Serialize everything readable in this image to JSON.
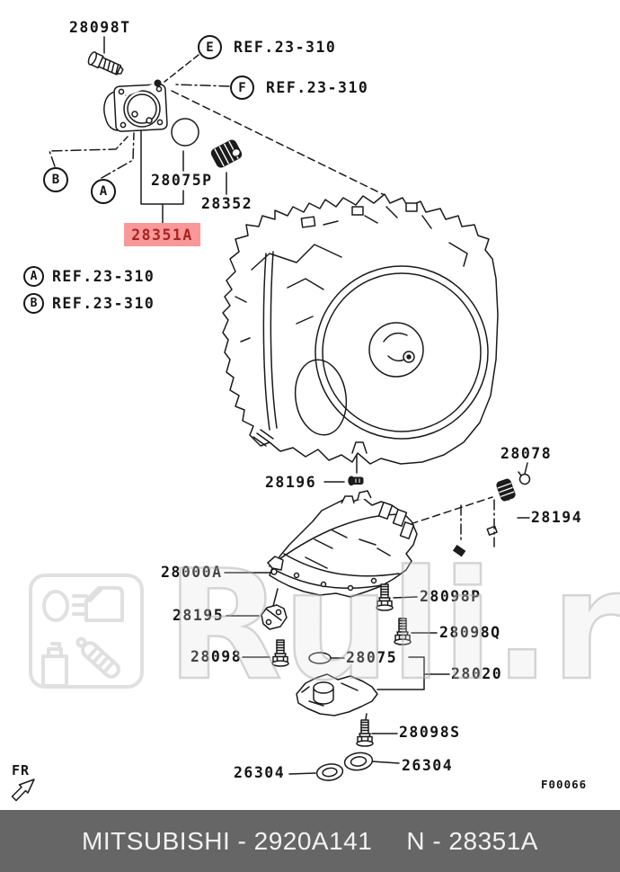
{
  "parts": {
    "bolt_top": "28098T",
    "oring_top": "28075P",
    "sleeve": "28352",
    "highlight": "28351A",
    "drain_plug": "28196",
    "ring": "28078",
    "dipstick": "28194",
    "valve_body": "28000A",
    "bolt_p": "28098P",
    "clamp": "28195",
    "bolt_q": "28098Q",
    "bolt_plain": "28098",
    "oring_small": "28075",
    "strainer": "28020",
    "bolt_s": "28098S",
    "washer_left": "26304",
    "washer_right": "26304"
  },
  "refs": {
    "e": {
      "letter": "E",
      "text": "REF.23-310"
    },
    "f": {
      "letter": "F",
      "text": "REF.23-310"
    },
    "a": {
      "letter": "A",
      "text": "REF.23-310"
    },
    "b": {
      "letter": "B",
      "text": "REF.23-310"
    }
  },
  "locators": {
    "b": "B",
    "a": "A"
  },
  "corner": {
    "direction": "FR",
    "figure_code": "F00066"
  },
  "footer": {
    "brand_part": "MITSUBISHI - 2920A141",
    "number": "N - 28351A"
  },
  "watermark": {
    "text": "Ruli.ru"
  },
  "colors": {
    "highlight_bg": "#f89898",
    "highlight_text": "#a82424",
    "footer_bg": "#666666",
    "footer_text": "#f2f2f2"
  }
}
